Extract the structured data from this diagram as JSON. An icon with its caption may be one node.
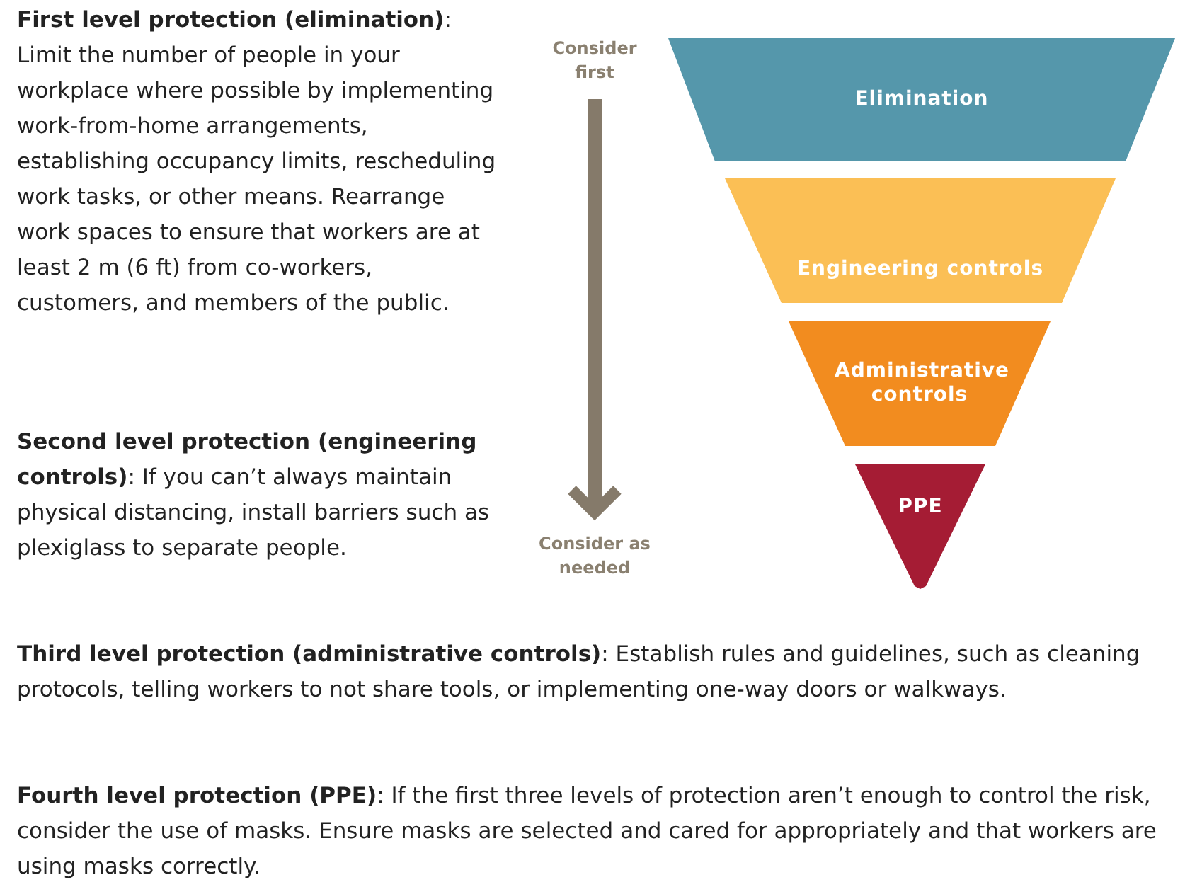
{
  "diagram": {
    "nodes": [
      {
        "text": [
          "Elimination"
        ]
      },
      {
        "text": [
          "Engineering controls"
        ]
      },
      {
        "text": [
          "Administrative controls"
        ]
      },
      {
        "text": [
          "PPE"
        ]
      },
      {
        "text": [
          "Consider first"
        ]
      },
      {
        "text": [
          "Consider as needed"
        ]
      }
    ],
    "edges": [
      {
        "from": 4,
        "to": 5,
        "arrow": "to"
      }
    ],
    "labels": [
      "**First level protection (elimination)**: Limit the number of people in your workplace where possible by implementing work-from-home arrangements, establishing occupancy limits, rescheduling work tasks, or other means. Rearrange work spaces to ensure that workers are at least 2 m (6 ft) from co-workers, customers, and members of the public.",
      "**Second level protection (engineering controls)**: If you can’t always maintain physical distancing, install barriers such as plexiglass to separate people.",
      "**Third level protection (administrative controls)**: Establish rules and guidelines, such as cleaning protocols, telling workers to not share tools, or implementing one-way doors or walkways.",
      "**Fourth level protection (PPE)**: If the first three levels of protection aren’t enough to control the risk, consider the use of masks. Ensure masks are selected and cared for appropriately and that workers are using masks correctly."
    ]
  }
}
